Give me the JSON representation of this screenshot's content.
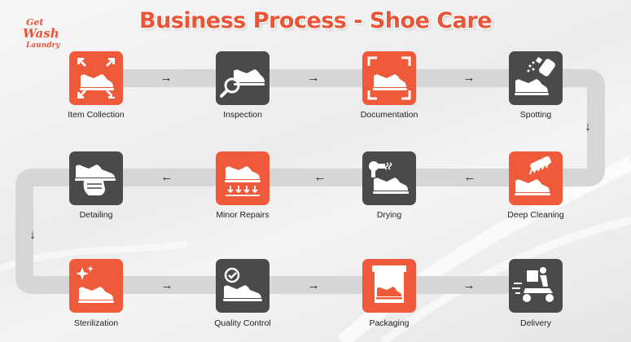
{
  "title": "Business Process - Shoe Care",
  "logo": {
    "line1": "Get",
    "line2": "Wash",
    "line3": "Laundry"
  },
  "colors": {
    "accent": "#ef5a3b",
    "dark_tile": "#4a4a4a",
    "track": "#d6d6d6"
  },
  "steps": [
    {
      "label": "Item Collection",
      "icon": "shoe-collect-icon",
      "color": "orange"
    },
    {
      "label": "Inspection",
      "icon": "shoe-inspection-icon",
      "color": "dark"
    },
    {
      "label": "Documentation",
      "icon": "shoe-documentation-icon",
      "color": "orange"
    },
    {
      "label": "Spotting",
      "icon": "shoe-spray-icon",
      "color": "dark"
    },
    {
      "label": "Deep Cleaning",
      "icon": "shoe-brush-icon",
      "color": "orange"
    },
    {
      "label": "Drying",
      "icon": "shoe-dryer-icon",
      "color": "dark"
    },
    {
      "label": "Minor Repairs",
      "icon": "shoe-repair-icon",
      "color": "orange"
    },
    {
      "label": "Detailing",
      "icon": "shoe-detailing-icon",
      "color": "dark"
    },
    {
      "label": "Sterilization",
      "icon": "shoe-sparkle-icon",
      "color": "orange"
    },
    {
      "label": "Quality Control",
      "icon": "shoe-quality-check-icon",
      "color": "dark"
    },
    {
      "label": "Packaging",
      "icon": "shoe-box-icon",
      "color": "orange"
    },
    {
      "label": "Delivery",
      "icon": "delivery-scooter-icon",
      "color": "dark"
    }
  ],
  "arrows": [
    "→",
    "→",
    "→",
    "↓",
    "←",
    "←",
    "←",
    "↓",
    "→",
    "→",
    "→"
  ]
}
